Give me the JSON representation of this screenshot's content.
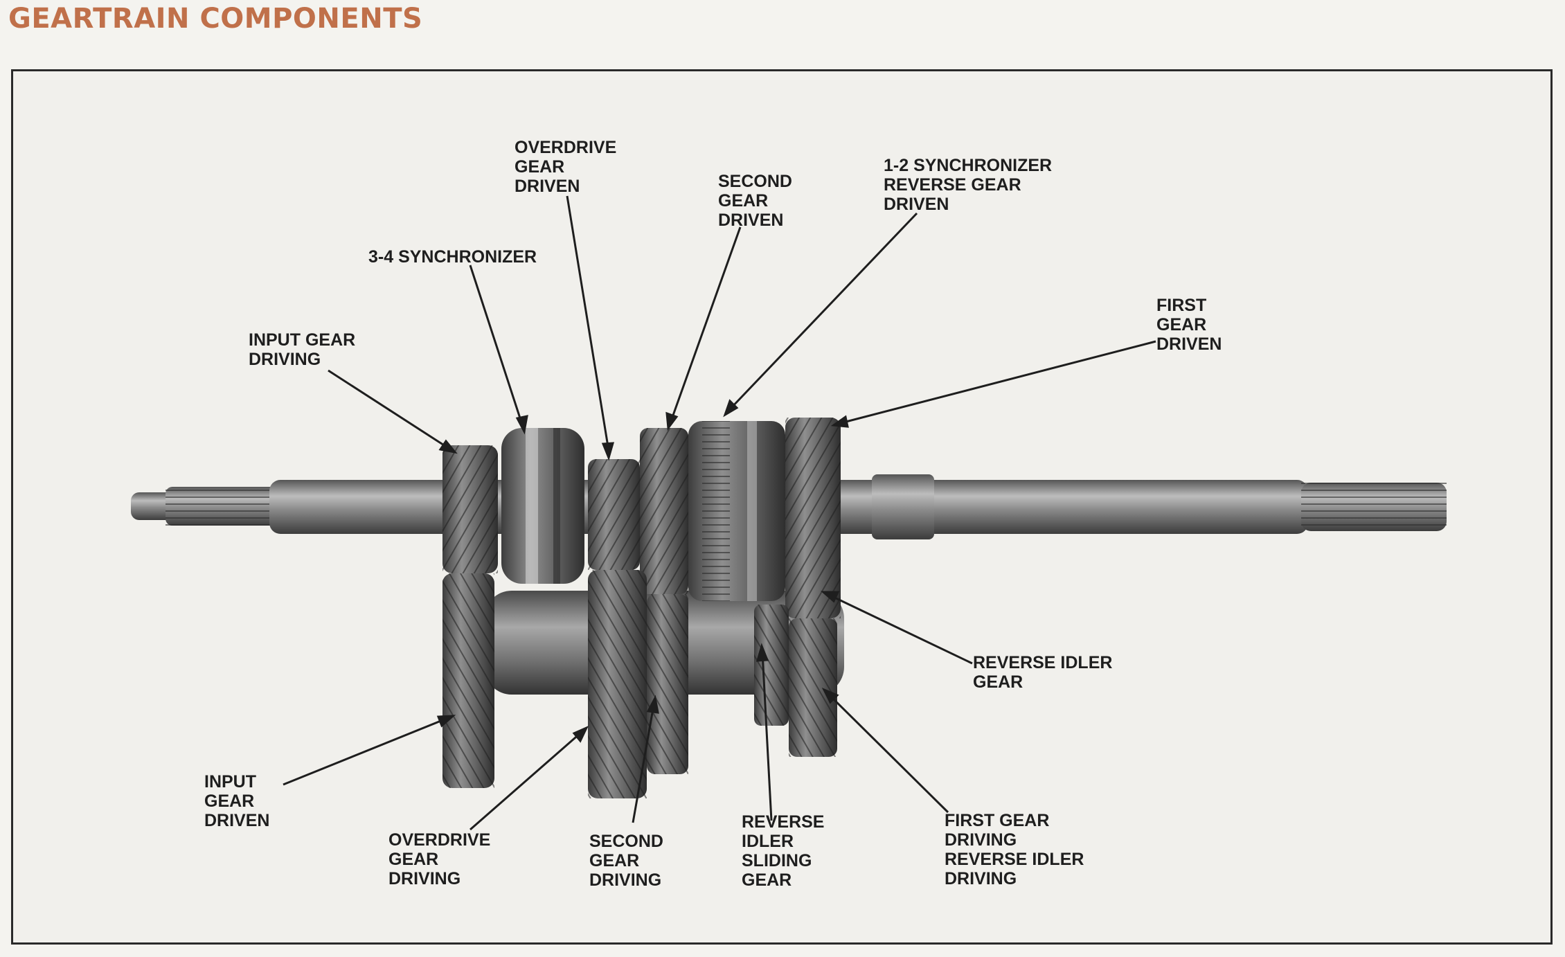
{
  "title": "GEARTRAIN COMPONENTS",
  "labels": {
    "overdrive_gear_driven": [
      "OVERDRIVE",
      "GEAR",
      "DRIVEN"
    ],
    "second_gear_driven": [
      "SECOND",
      "GEAR",
      "DRIVEN"
    ],
    "synchro_12_reverse_driven": [
      "1-2 SYNCHRONIZER",
      "REVERSE GEAR",
      "DRIVEN"
    ],
    "synchronizer_34": [
      "3-4 SYNCHRONIZER"
    ],
    "input_gear_driving": [
      "INPUT GEAR",
      "DRIVING"
    ],
    "first_gear_driven": [
      "FIRST",
      "GEAR",
      "DRIVEN"
    ],
    "reverse_idler_gear": [
      "REVERSE IDLER",
      "GEAR"
    ],
    "input_gear_driven": [
      "INPUT",
      "GEAR",
      "DRIVEN"
    ],
    "overdrive_gear_driving": [
      "OVERDRIVE",
      "GEAR",
      "DRIVING"
    ],
    "second_gear_driving": [
      "SECOND",
      "GEAR",
      "DRIVING"
    ],
    "reverse_idler_sliding_gear": [
      "REVERSE",
      "IDLER",
      "SLIDING",
      "GEAR"
    ],
    "first_gear_driving_reverse_idler_driving": [
      "FIRST GEAR",
      "DRIVING",
      "REVERSE IDLER",
      "DRIVING"
    ]
  },
  "colors": {
    "title": "#c0704a",
    "metal_dark": "#3a3a3a",
    "metal_mid": "#6e6e6e",
    "metal_light": "#b8b8b8"
  }
}
